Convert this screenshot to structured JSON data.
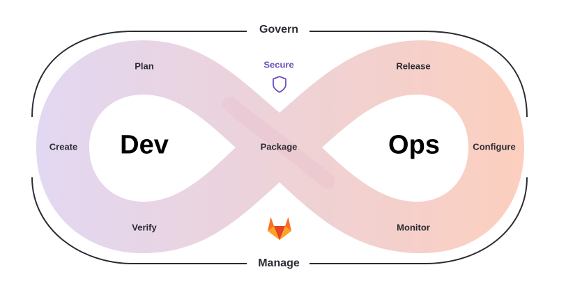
{
  "diagram": {
    "frame": {
      "top_label": "Govern",
      "bottom_label": "Manage"
    },
    "loop": {
      "dev_label": "Dev",
      "ops_label": "Ops"
    },
    "stages": {
      "plan": "Plan",
      "create": "Create",
      "verify": "Verify",
      "package": "Package",
      "release": "Release",
      "configure": "Configure",
      "monitor": "Monitor"
    },
    "secure": {
      "label": "Secure",
      "icon": "shield-icon"
    },
    "logo": {
      "icon": "gitlab-logo-icon"
    }
  },
  "colors": {
    "dev_gradient_start": "#e2d8f2",
    "ops_gradient_end": "#fccfbe",
    "frame_line": "#2b2b33",
    "secure_text": "#6b4fbb",
    "logo_orange": "#fc6d26"
  }
}
